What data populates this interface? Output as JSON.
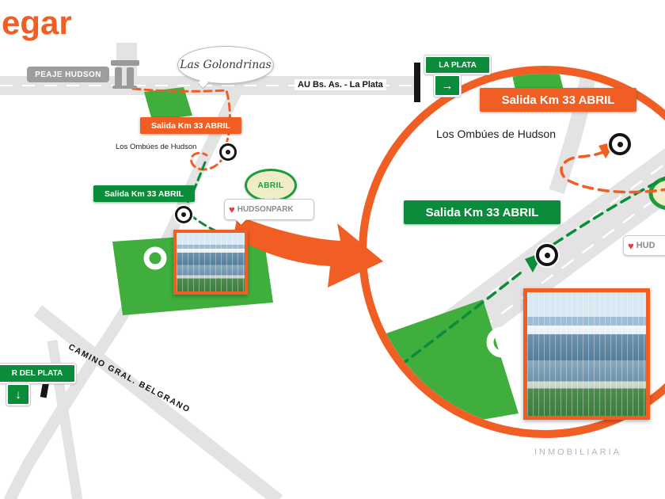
{
  "heading": {
    "fragment": "egar"
  },
  "colors": {
    "accent_orange": "#F15E24",
    "route_green": "#0B8C3A",
    "sign_green": "#0B8C3A",
    "sign_gray": "#9D9D9C",
    "field_green": "#3FAE3C",
    "road_gray": "#E3E3E3"
  },
  "icons": {
    "heart": "♥",
    "arrow_right": "→",
    "arrow_down": "↓"
  },
  "map": {
    "highway_label": "AU Bs. As. - La Plata",
    "road_label": "CAMINO GRAL. BELGRANO",
    "area_label": "Los Ombúes de Hudson",
    "signs": {
      "peaje_hudson": "PEAJE HUDSON",
      "la_plata": "LA PLATA",
      "mar_del_plata_partial": "R DEL PLATA",
      "golondrinas": "Las Golondrinas",
      "abril": "ABRIL",
      "hudson_park": "HUDSONPARK"
    },
    "badges": {
      "salida_orange": "Salida Km 33 ABRIL",
      "salida_green": "Salida Km 33 ABRIL"
    }
  },
  "zoom": {
    "salida_orange": "Salida Km 33 ABRIL",
    "salida_green": "Salida Km 33 ABRIL",
    "area_label": "Los Ombúes de Hudson",
    "hudson_partial": "HUD"
  },
  "watermark": "INMOBILIARIA"
}
